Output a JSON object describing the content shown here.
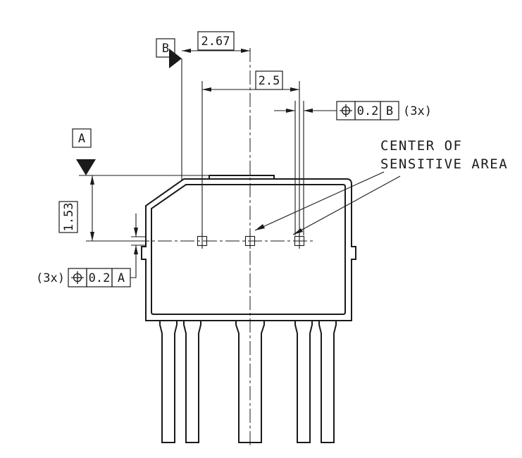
{
  "drawing": {
    "background": "#ffffff",
    "line_color": "#1a1a1a"
  },
  "datums": {
    "a": "A",
    "b": "B"
  },
  "dimensions": {
    "edge_to_center": "2.67",
    "sensor_pitch": "2.5",
    "top_to_sensor": "1.53"
  },
  "tolerance_frame_top": {
    "symbol_name": "position-tolerance",
    "value": "0.2",
    "datum": "B",
    "count": "(3x)"
  },
  "tolerance_frame_bottom": {
    "count": "(3x)",
    "symbol_name": "position-tolerance",
    "value": "0.2",
    "datum": "A"
  },
  "note": {
    "line1": "CENTER OF",
    "line2": "SENSITIVE AREA"
  }
}
